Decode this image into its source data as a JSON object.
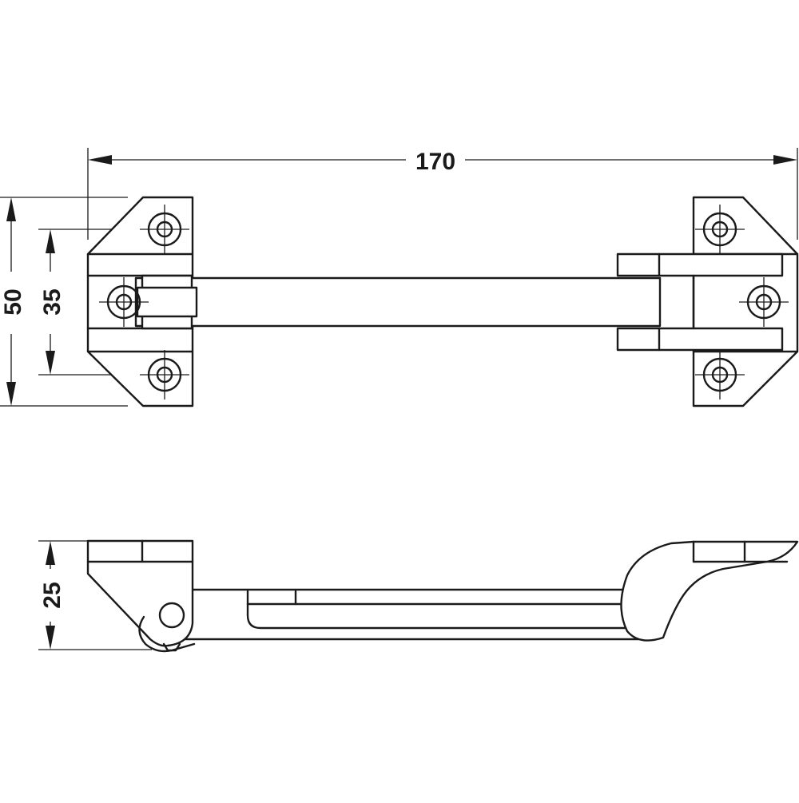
{
  "dimensions": {
    "overall_length": "170",
    "plate_height": "50",
    "hole_spacing": "35",
    "depth": "25"
  },
  "colors": {
    "line": "#1a1a1a",
    "background": "#ffffff"
  }
}
